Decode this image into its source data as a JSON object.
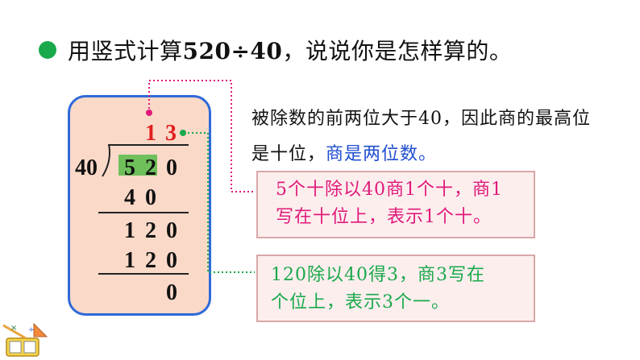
{
  "title": {
    "prefix": "用竖式计算",
    "expression": "520÷40",
    "suffix": "，说说你是怎样算的。"
  },
  "division": {
    "divisor": "40",
    "dividend": [
      "5",
      "2",
      "0"
    ],
    "quotient": [
      "1",
      "3"
    ],
    "step1": [
      "4",
      "0"
    ],
    "remainder1": [
      "1",
      "2",
      "0"
    ],
    "step2": [
      "1",
      "2",
      "0"
    ],
    "final": "0"
  },
  "explanation": {
    "text": "被除数的前两位大于40，因此商的最高位是十位，",
    "highlight": "商是两位数。"
  },
  "note1": {
    "line1": "5个十除以40商1个十，商1",
    "line2": "写在十位上，表示1个十。"
  },
  "note2": {
    "line1": "120除以40得3，商3写在",
    "line2": "个位上，表示3个一。"
  },
  "colors": {
    "bullet": "#19a94b",
    "panel_bg": "#fbd9c8",
    "panel_border": "#2f6ad8",
    "quotient": "#e02020",
    "highlight_blue": "#1f4ecf",
    "note1_text": "#e0197a",
    "note2_text": "#19a94b",
    "dividend_highlight": "#6fbf5a"
  },
  "icons": [
    "bullet-dot-icon",
    "math-tools-mascot-icon"
  ]
}
